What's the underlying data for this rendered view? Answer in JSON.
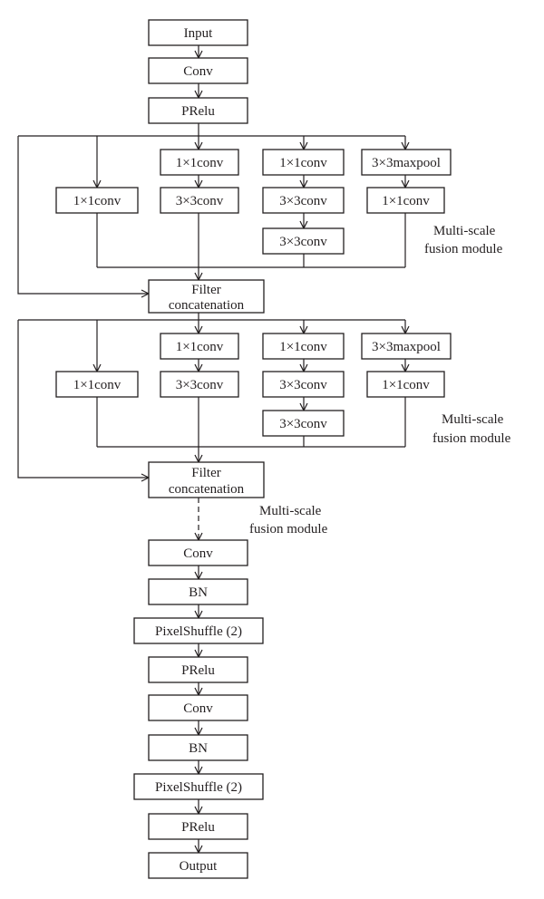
{
  "input": "Input",
  "conv": "Conv",
  "prelu": "PRelu",
  "bn": "BN",
  "pixelshuffle": "PixelShuffle (2)",
  "output": "Output",
  "conv_1x1": "1×1conv",
  "conv_3x3": "3×3conv",
  "maxpool_3x3": "3×3maxpool",
  "filter_concat": [
    "Filter",
    "concatenation"
  ],
  "module_label": [
    "Multi-scale",
    "fusion module"
  ]
}
